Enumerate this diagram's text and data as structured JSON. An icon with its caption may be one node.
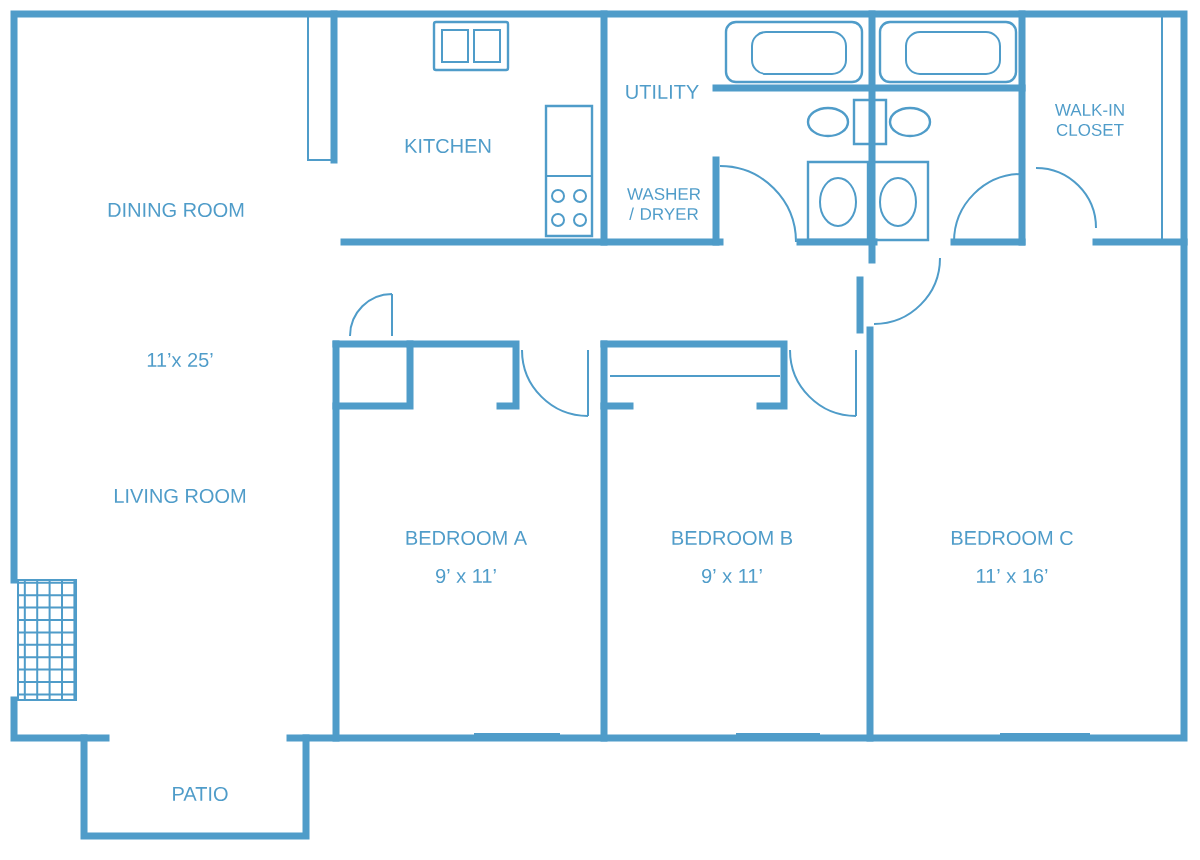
{
  "diagram": {
    "labels": [
      "KITCHEN",
      "UTILITY",
      "WALK-IN CLOSET",
      "WASHER / DRYER",
      "DINING ROOM",
      "11’x 25’",
      "LIVING ROOM",
      "BEDROOM A",
      "9’ x 11’",
      "BEDROOM B",
      "9’ x 11’",
      "BEDROOM C",
      "11’ x 16’",
      "PATIO"
    ]
  }
}
